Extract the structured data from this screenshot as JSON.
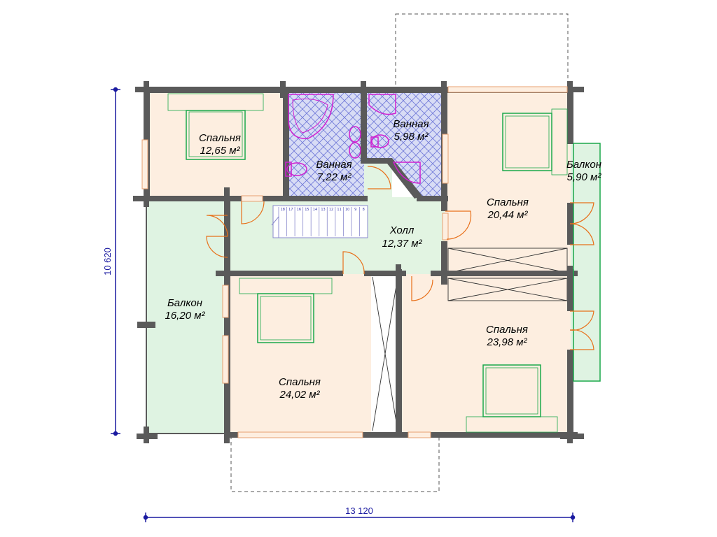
{
  "plan": {
    "rooms": [
      {
        "name": "Спальня",
        "area": "12,65",
        "unit": "м²"
      },
      {
        "name": "Ванная",
        "area": "7,22",
        "unit": "м²"
      },
      {
        "name": "Ванная",
        "area": "5,98",
        "unit": "м²"
      },
      {
        "name": "Балкон",
        "area": "5,90",
        "unit": "м²"
      },
      {
        "name": "Спальня",
        "area": "20,44",
        "unit": "м²"
      },
      {
        "name": "Холл",
        "area": "12,37",
        "unit": "м²"
      },
      {
        "name": "Балкон",
        "area": "16,20",
        "unit": "м²"
      },
      {
        "name": "Спальня",
        "area": "24,02",
        "unit": "м²"
      },
      {
        "name": "Спальня",
        "area": "23,98",
        "unit": "м²"
      }
    ],
    "dimensions": {
      "width": "13 120",
      "height": "10 620"
    },
    "stairs": {
      "steps": [
        "18",
        "17",
        "16",
        "15",
        "14",
        "13",
        "12",
        "11",
        "10",
        "9",
        "8"
      ]
    },
    "colors": {
      "wall": "#5a5a5a",
      "bedroom": "#fdeee0",
      "bathroom": "#d8dcf5",
      "balcony": "#dff3e2",
      "hall": "#e2f4e2",
      "furniture": "#1aa84a",
      "fixture": "#d01ed0",
      "dimension": "#1a1aa0"
    }
  }
}
